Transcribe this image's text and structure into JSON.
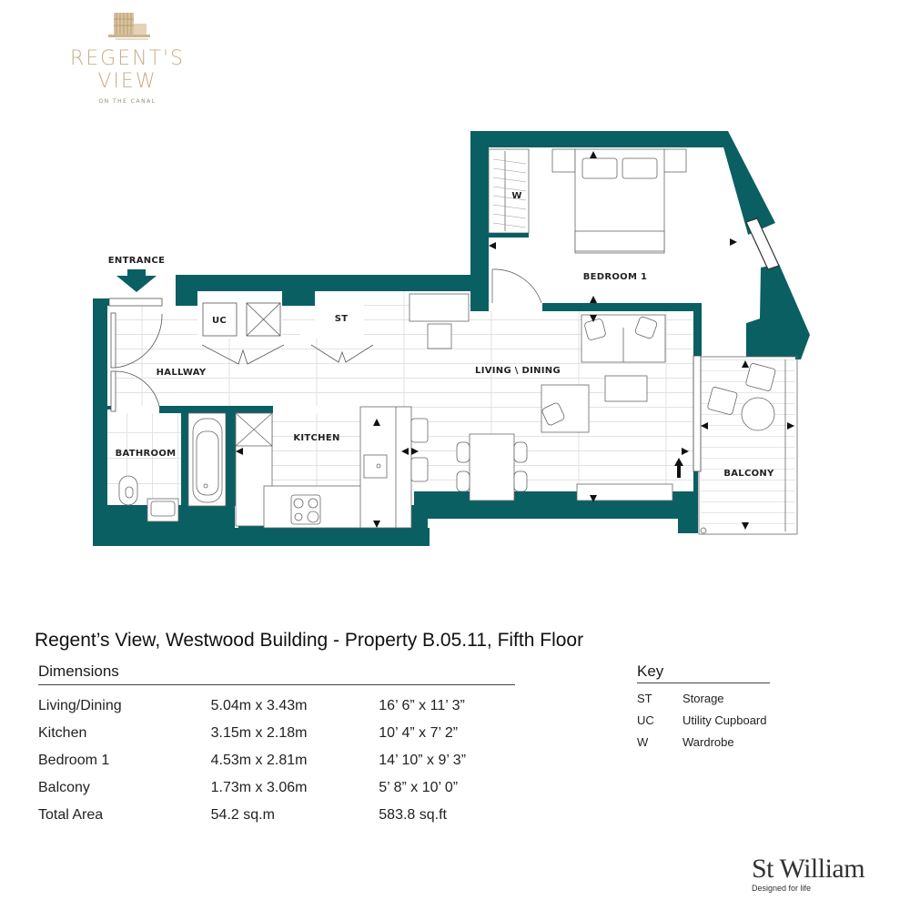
{
  "logo": {
    "title": "REGENT'S VIEW",
    "subtitle": "ON THE CANAL",
    "accent_color": "#c8ae8a"
  },
  "floorplan": {
    "wall_color": "#0a5f62",
    "entrance_label": "ENTRANCE",
    "rooms": {
      "hallway": "HALLWAY",
      "bathroom": "BATHROOM",
      "kitchen": "KITCHEN",
      "living_dining": "LIVING \\ DINING",
      "bedroom": "BEDROOM 1",
      "balcony": "BALCONY",
      "utility_cupboard": "UC",
      "storage": "ST",
      "wardrobe": "W"
    }
  },
  "property": {
    "title": "Regent’s View, Westwood Building - Property B.05.11, Fifth Floor"
  },
  "dimensions": {
    "heading": "Dimensions",
    "rows": [
      {
        "room": "Living/Dining",
        "metric": "5.04m x 3.43m",
        "imperial": "16’ 6” x 11’ 3”"
      },
      {
        "room": "Kitchen",
        "metric": "3.15m x 2.18m",
        "imperial": "10’ 4” x 7’ 2”"
      },
      {
        "room": "Bedroom 1",
        "metric": "4.53m x 2.81m",
        "imperial": "14’ 10” x 9’ 3”"
      },
      {
        "room": "Balcony",
        "metric": "1.73m x 3.06m",
        "imperial": "5’ 8” x 10’ 0”"
      },
      {
        "room": "Total Area",
        "metric": "54.2 sq.m",
        "imperial": "583.8 sq.ft"
      }
    ]
  },
  "key": {
    "heading": "Key",
    "rows": [
      {
        "code": "ST",
        "meaning": "Storage"
      },
      {
        "code": "UC",
        "meaning": "Utility Cupboard"
      },
      {
        "code": "W",
        "meaning": "Wardrobe"
      }
    ]
  },
  "brand": {
    "name": "St William",
    "tagline": "Designed for life"
  }
}
